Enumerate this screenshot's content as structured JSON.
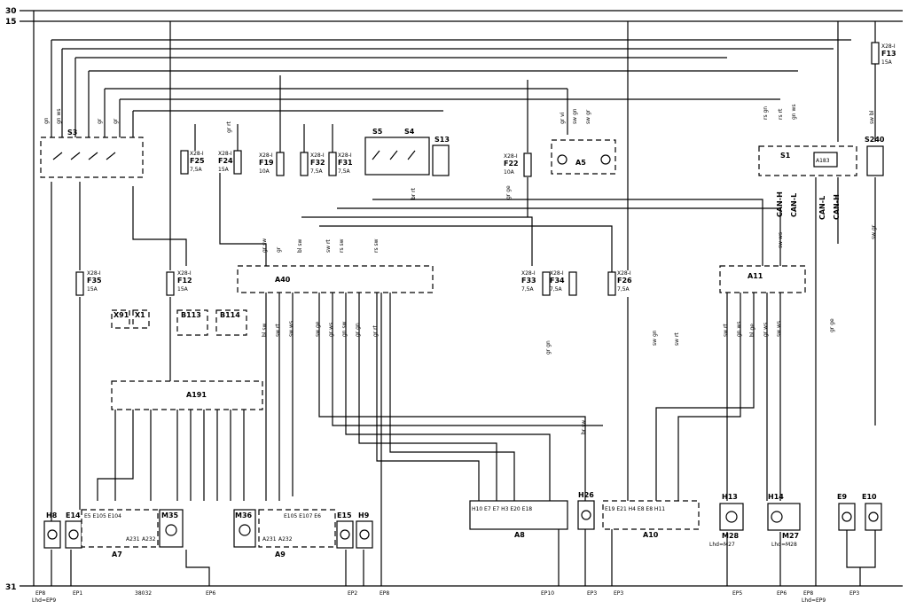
{
  "rails": {
    "top1": "30",
    "top2": "15",
    "bottom": "31"
  },
  "fuses": [
    {
      "id": "F35",
      "conn": "X28-I",
      "rating": "15A"
    },
    {
      "id": "F25",
      "conn": "X28-I",
      "rating": "7,5A"
    },
    {
      "id": "F24",
      "conn": "X28-I",
      "rating": "15A"
    },
    {
      "id": "F19",
      "conn": "X28-I",
      "rating": "10A"
    },
    {
      "id": "F32",
      "conn": "X28-I",
      "rating": "7,5A"
    },
    {
      "id": "F31",
      "conn": "X28-I",
      "rating": "7,5A"
    },
    {
      "id": "F12",
      "conn": "X28-I",
      "rating": "15A"
    },
    {
      "id": "F22",
      "conn": "X28-I",
      "rating": "10A"
    },
    {
      "id": "F33",
      "conn": "X28-I",
      "rating": "7,5A"
    },
    {
      "id": "F34",
      "conn": "X28-I",
      "rating": "7,5A"
    },
    {
      "id": "F26",
      "conn": "X28-I",
      "rating": "7,5A"
    },
    {
      "id": "F13",
      "conn": "X28-I",
      "rating": "15A"
    }
  ],
  "modules": {
    "S3": "S3",
    "S5": "S5",
    "S4": "S4",
    "S13": "S13",
    "A5": "A5",
    "S1": "S1",
    "A183": "A183",
    "S240": "S240",
    "A40": "A40",
    "A11": "A11",
    "A191": "A191",
    "X91": "X91",
    "X1": "X1",
    "B113": "B113",
    "B114": "B114",
    "A7": "A7",
    "A9": "A9",
    "A8": "A8",
    "A10": "A10",
    "H8": "H8",
    "E14": "E14",
    "M35": "M35",
    "M36": "M36",
    "E15": "E15",
    "H9": "H9",
    "H26": "H26",
    "H13": "H13",
    "H14": "H14",
    "M28": "M28",
    "M27": "M27",
    "E9": "E9",
    "E10": "E10"
  },
  "notes": {
    "m28": "Lhd=M27",
    "m27": "Lhd=M28",
    "a7_parts": "E5  E105 E104",
    "a9_parts": "E105 E107 E6",
    "a8_parts": "H10 E7 E7 H3 E20 E18",
    "a10_parts": "E19 E21 H4 E8 E8 H11",
    "can": [
      "CAN-H",
      "CAN-L",
      "CAN-L",
      "CAN-H"
    ],
    "res": [
      "A231",
      "A232",
      "A231",
      "A232"
    ]
  },
  "earths": [
    "EP8",
    "Lhd=EP9",
    "EP1",
    "38032",
    "EP6",
    "EP2",
    "EP8",
    "EP10",
    "EP3",
    "EP3",
    "EP5",
    "EP6",
    "EP8",
    "Lhd=EP9",
    "EP3"
  ],
  "wire_labels": [
    "gn",
    "gn ws",
    "gr",
    "gr",
    "gr rt",
    "rs gn",
    "rs rt",
    "gn ws",
    "sw bl",
    "gr vi",
    "sw gn",
    "sw gr",
    "gr sw",
    "gr",
    "bl sw",
    "sw rt",
    "rs sw",
    "rs sw",
    "br rt",
    "gr ge",
    "sw ws",
    "sw gr",
    "bl sw",
    "sw rt",
    "sw ws",
    "sw ge",
    "gr ws",
    "gn sw",
    "gr gn",
    "gr rt",
    "sw rt",
    "gn ws",
    "bl ge",
    "gr ws",
    "sw ws",
    "sw gn",
    "sw rt",
    "br sw",
    "gr gn",
    "gr ge"
  ]
}
